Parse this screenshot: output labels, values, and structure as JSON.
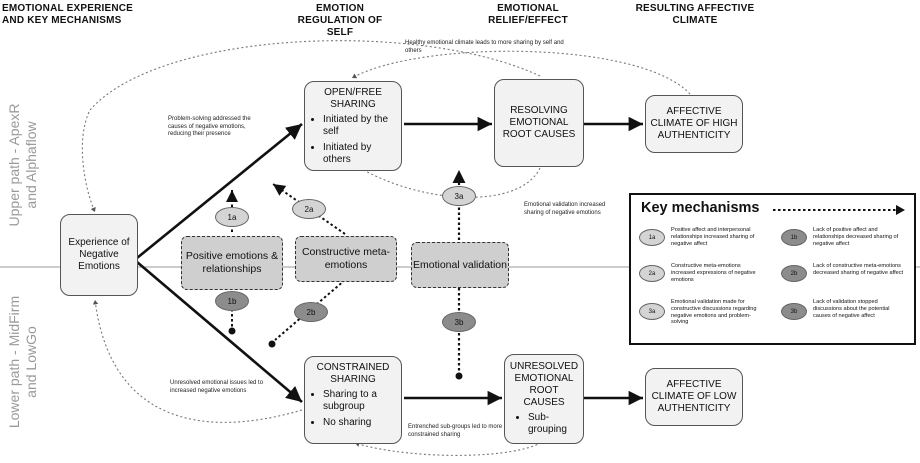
{
  "headers": {
    "col1": "EMOTIONAL EXPERIENCE AND KEY MECHANISMS",
    "col2": "EMOTION REGULATION OF SELF",
    "col3": "EMOTIONAL RELIEF/EFFECT",
    "col4": "RESULTING AFFECTIVE CLIMATE"
  },
  "side_labels": {
    "upper": "Upper path - ApexR and Alphaflow",
    "lower": "Lower path - MidFirm and LowGo"
  },
  "experience_box": "Experience of Negative Emotions",
  "upper": {
    "sharing_title": "OPEN/FREE SHARING",
    "sharing_items": [
      "Initiated by the self",
      "Initiated by others"
    ],
    "relief": "RESOLVING EMOTIONAL ROOT CAUSES",
    "climate": "AFFECTIVE CLIMATE OF HIGH AUTHENTICITY"
  },
  "lower": {
    "sharing_title": "CONSTRAINED SHARING",
    "sharing_items": [
      "Sharing to a subgroup",
      "No sharing"
    ],
    "relief": "UNRESOLVED EMOTIONAL ROOT CAUSES",
    "relief_items": [
      "Sub-grouping"
    ],
    "climate": "AFFECTIVE CLIMATE OF LOW AUTHENTICITY"
  },
  "mechanisms": {
    "positive": "Positive emotions & relationships",
    "constructive": "Constructive meta-emotions",
    "validation": "Emotional validation"
  },
  "ovals": {
    "o1a": "1a",
    "o1b": "1b",
    "o2a": "2a",
    "o2b": "2b",
    "o3a": "3a",
    "o3b": "3b"
  },
  "notes": {
    "healthy": "Healthy emotional climate leads to more sharing by self and others",
    "problem_solving": "Problem-solving addressed the causes of negative emotions, reducing their presence",
    "validation_note": "Emotional validation increased sharing of negative emotions",
    "unresolved": "Unresolved emotional issues led to increased negative emotions",
    "entrenched": "Entrenched sub-groups led to more constrained sharing"
  },
  "legend": {
    "title": "Key mechanisms",
    "items": [
      {
        "id": "1a",
        "text": "Positive affect and interpersonal relationships increased sharing of negative affect"
      },
      {
        "id": "1b",
        "text": "Lack of positive affect and relationships decreased sharing of negative affect"
      },
      {
        "id": "2a",
        "text": "Constructive meta-emotions increased expressions of negative emotions"
      },
      {
        "id": "2b",
        "text": "Lack of constructive meta-emotions decreased sharing of negative affect"
      },
      {
        "id": "3a",
        "text": "Emotional validation made for constructive discussions regarding negative emotions and problem-solving"
      },
      {
        "id": "3b",
        "text": "Lack of validation stopped discussions about the potential causes of negative affect"
      }
    ]
  },
  "colors": {
    "box_fill": "#f2f2f2",
    "mech_fill": "#cfcfcf",
    "light_oval": "#d4d4d4",
    "dark_oval": "#8c8c8c",
    "side_label": "#9a9a9a"
  }
}
